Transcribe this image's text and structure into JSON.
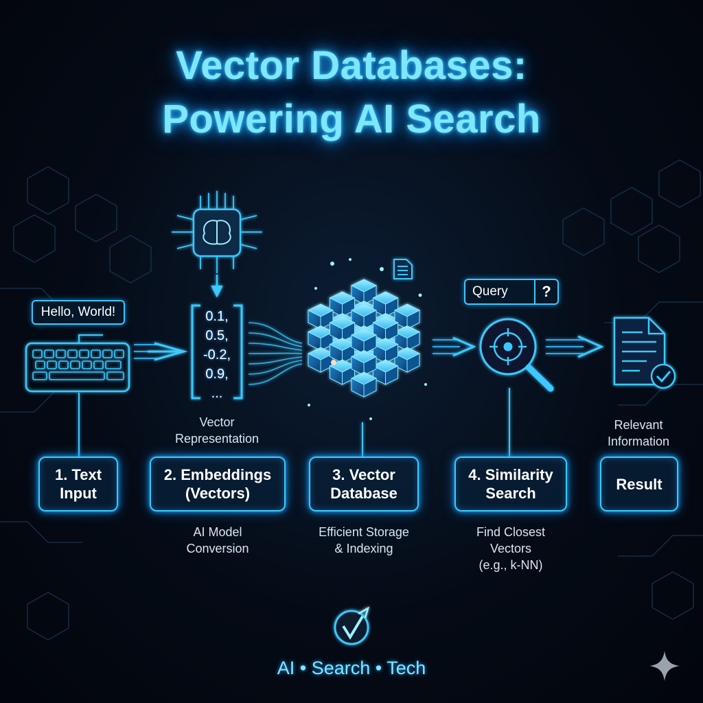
{
  "title": {
    "line1": "Vector Databases:",
    "line2": "Powering AI Search"
  },
  "input_bubble": "Hello, World!",
  "vector_values": [
    "0.1,",
    "0.5,",
    "-0.2,",
    "0.9,",
    "..."
  ],
  "vector_caption": [
    "Vector",
    "Representation"
  ],
  "query_bubble": {
    "label": "Query",
    "symbol": "?"
  },
  "relevant_caption": [
    "Relevant",
    "Information"
  ],
  "stages": [
    {
      "line1": "1. Text",
      "line2": "Input"
    },
    {
      "line1": "2. Embeddings",
      "line2": "(Vectors)"
    },
    {
      "line1": "3. Vector",
      "line2": "Database"
    },
    {
      "line1": "4. Similarity",
      "line2": "Search"
    },
    {
      "line1": "Result",
      "line2": ""
    }
  ],
  "stage_captions": [
    {
      "lines": [
        "AI Model",
        "Conversion"
      ]
    },
    {
      "lines": [
        "Efficient Storage",
        "& Indexing"
      ]
    },
    {
      "lines": [
        "Find Closest",
        "Vectors",
        "(e.g., k-NN)"
      ]
    }
  ],
  "footer": "AI • Search • Tech",
  "colors": {
    "accent": "#3cc8ff",
    "glow": "#1aa8ff",
    "title": "#7fe6ff",
    "background": "#050b16"
  },
  "icons": [
    "keyboard-icon",
    "ai-chip-brain-icon",
    "vector-cube-cluster-icon",
    "document-icon",
    "magnifier-target-icon",
    "document-check-icon",
    "checkmark-logo-icon",
    "sparkle-icon"
  ]
}
